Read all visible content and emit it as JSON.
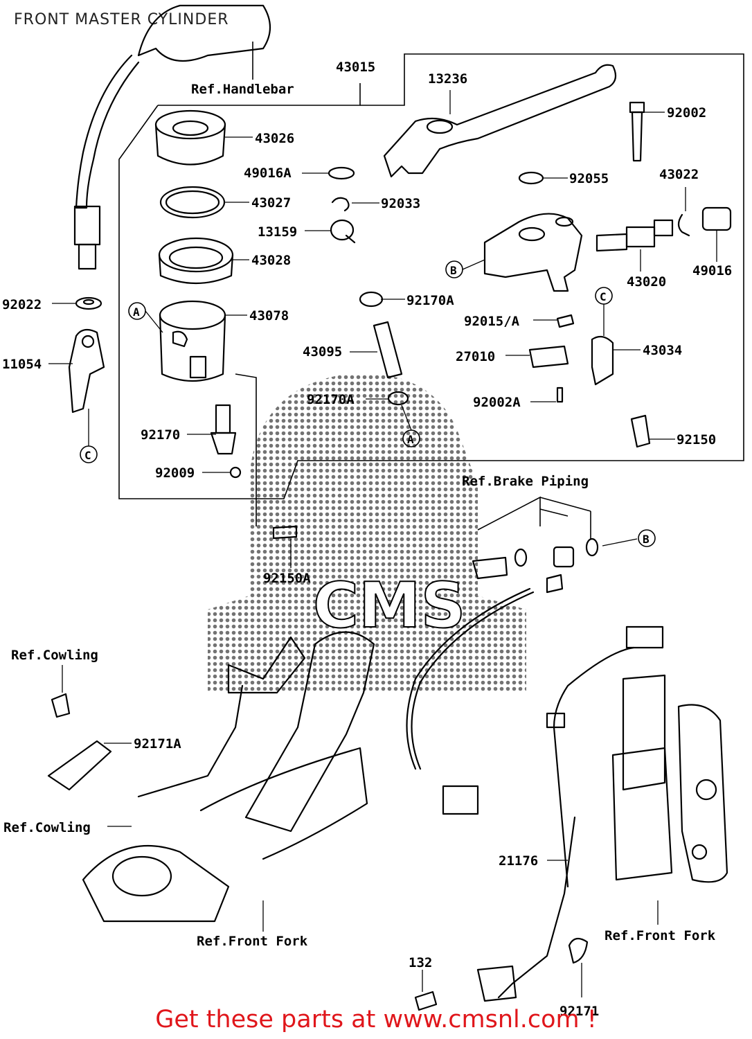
{
  "title": "FRONT MASTER CYLINDER",
  "footer": "Get these parts at www.cmsnl.com !",
  "colors": {
    "footer": "#e0161b",
    "line": "#000000",
    "background": "#ffffff"
  },
  "watermark": "CMS",
  "parts": [
    "43015",
    "13236",
    "92002",
    "43026",
    "49016A",
    "92055",
    "43022",
    "92033",
    "43027",
    "13159",
    "43028",
    "43020",
    "49016",
    "92022",
    "43078",
    "92170A",
    "92015/A",
    "11054",
    "43095",
    "27010",
    "43034",
    "92170A",
    "92002A",
    "92170",
    "92150",
    "92009",
    "92150A",
    "92171A",
    "21176",
    "132",
    "92171"
  ],
  "references": [
    "Ref.Handlebar",
    "Ref.Brake Piping",
    "Ref.Cowling",
    "Ref.Cowling",
    "Ref.Front Fork",
    "Ref.Front Fork"
  ],
  "callouts": [
    "A",
    "B",
    "C",
    "A",
    "B",
    "C"
  ]
}
